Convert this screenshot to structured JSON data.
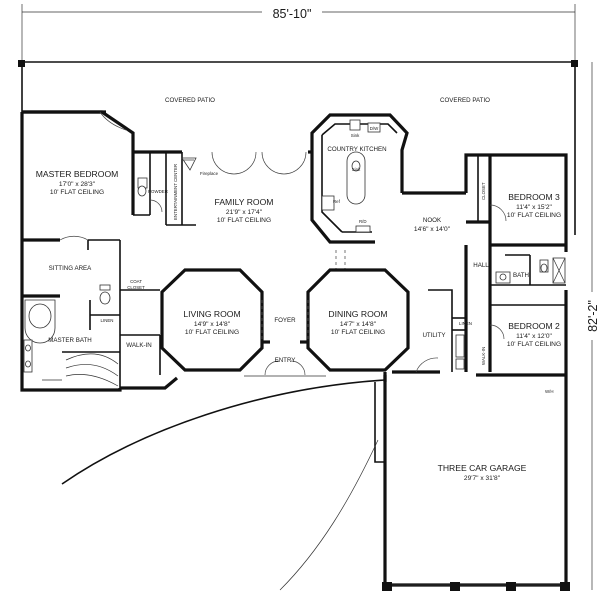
{
  "dimensions": {
    "width": "85'-10\"",
    "depth": "82'-2\""
  },
  "patios": {
    "left": "COVERED PATIO",
    "right": "COVERED PATIO"
  },
  "rooms": {
    "master_bedroom": {
      "name": "MASTER BEDROOM",
      "size": "17'0\" x 28'3\"",
      "ceiling": "10' FLAT CEILING"
    },
    "sitting_area": {
      "name": "SITTING AREA"
    },
    "master_bath": {
      "name": "MASTER BATH"
    },
    "walk_in": {
      "name": "WALK-IN"
    },
    "coat_closet": {
      "name_line1": "COAT",
      "name_line2": "CLOSET"
    },
    "linen_master": {
      "name": "LINEN"
    },
    "powder": {
      "name": "POWDER"
    },
    "entertainment_center": {
      "name": "ENTERTAINMENT CENTER"
    },
    "fireplace": {
      "name": "Fireplace"
    },
    "family_room": {
      "name": "FAMILY ROOM",
      "size": "21'9\" x 17'4\"",
      "ceiling": "10' FLAT CEILING"
    },
    "country_kitchen": {
      "name": "COUNTRY KITCHEN"
    },
    "nook": {
      "name": "NOOK",
      "size": "14'6\" x 14'0\""
    },
    "living_room": {
      "name": "LIVING ROOM",
      "size": "14'9\" x 14'8\"",
      "ceiling": "10' FLAT CEILING"
    },
    "foyer": {
      "name": "FOYER"
    },
    "entry": {
      "name": "ENTRY"
    },
    "dining_room": {
      "name": "DINING ROOM",
      "size": "14'7\" x 14'8\"",
      "ceiling": "10' FLAT CEILING"
    },
    "utility": {
      "name": "UTILITY"
    },
    "linen_utility": {
      "name": "LINEN"
    },
    "walk_in_2": {
      "name": "WALK-IN"
    },
    "hall": {
      "name": "HALL"
    },
    "bath": {
      "name": "BATH"
    },
    "closet": {
      "name": "CLOSET"
    },
    "bedroom_3": {
      "name": "BEDROOM 3",
      "size": "11'4\" x 15'2\"",
      "ceiling": "10' FLAT CEILING"
    },
    "bedroom_2": {
      "name": "BEDROOM 2",
      "size": "11'4\" x 12'0\"",
      "ceiling": "10' FLAT CEILING"
    },
    "garage": {
      "name": "THREE CAR GARAGE",
      "size": "29'7\" x 31'8\""
    }
  },
  "fixtures": {
    "sink": "Sink",
    "dw": "D/W",
    "ref": "Ref",
    "rd": "R/D",
    "wh": "W/H"
  }
}
